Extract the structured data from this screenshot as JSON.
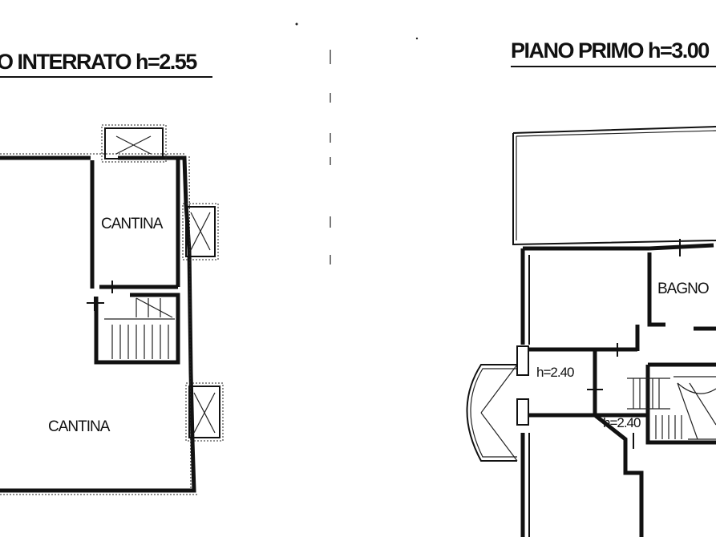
{
  "left_plan": {
    "title": "O INTERRATO h=2.55",
    "rooms": [
      "CANTINA",
      "CANTINA"
    ]
  },
  "right_plan": {
    "title": "PIANO PRIMO h=3.00",
    "rooms": [
      "BAGNO"
    ],
    "height_labels": [
      "h=2.40",
      "h=2.40"
    ]
  }
}
